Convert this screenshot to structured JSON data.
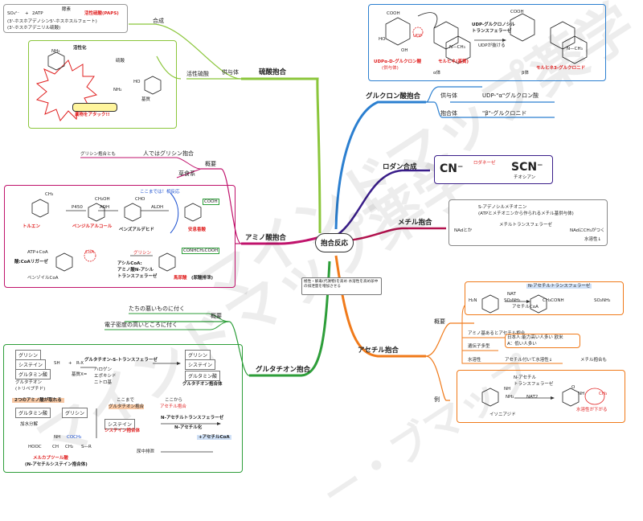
{
  "center": "抱合反応",
  "watermark": "マインドマップ薬学",
  "watermark2": "ー・ブマップ",
  "center_note": "極性・解毒(代謝物)を高め 水溶性を高め尿中の排泄量を増加させる",
  "sulfate": {
    "branch": "硫酸抱合",
    "donor": "供与体",
    "donor_value": "活性硫酸",
    "synth": "合成",
    "reaction": {
      "so4": "SO₄²⁻",
      "plus": "+",
      "atp": "2ATP",
      "enzyme": "酵素",
      "product": "活性硫酸(PAPS)"
    },
    "note1": "(3'-ホスホアデノシン5'-ホスホスルフェート)",
    "note2": "(3'-ホスホアデニリル硫酸)",
    "activated": "活性化",
    "sulfate_label": "硫酸",
    "substrate": "基質",
    "attack": "異物をアタック!!",
    "nh2": "NH₂",
    "ho": "HO"
  },
  "amino": {
    "branch": "アミノ酸抱合",
    "overview": "概要",
    "glycine_in_human": "人ではグリシン抱合",
    "glycine_etc": "グリシン抱合とも",
    "herbivore": "草食系",
    "toluene": "トルエン",
    "benzyl_alcohol": "ベンジルアルコール",
    "benzaldehyde": "ベンズアルデヒド",
    "benzoic_acid": "安息香酸",
    "p450": "P450",
    "adh": "ADH",
    "aldh": "ALDH",
    "ch3": "CH₃",
    "ch2oh": "CH₂OH",
    "cho": "CHO",
    "cooh": "COOH",
    "relation": "ここまでは！相反応",
    "atp_coa": "ATP+CoA",
    "ligase": "酸:CoAリガーゼ",
    "benzoyl_coa": "ベンゾイルCoA",
    "coa": "CoA",
    "glycine": "グリシン",
    "acyl_coa": "アシルCoA:",
    "acyl_coa2": "アミノ酸N-アシル",
    "acyl_coa3": "トランスフェラーゼ",
    "product_group": "CONHCH₂COOH",
    "hippuric": "馬尿酸",
    "hippuric_note": "(尿酸排泄)"
  },
  "glutathione": {
    "branch": "グルタチオン抱合",
    "overview": "概要",
    "o1": "たちの悪いものに付く",
    "o2": "電子密度の高いところに付く",
    "glycine": "グリシン",
    "cysteine": "システイン",
    "glutamate": "グルタミン酸",
    "glutathione_tri": "グルタチオン",
    "tripeptide": "(トリペプチド)",
    "sh": "SH",
    "plus": "+",
    "rx": "R-X",
    "transferase": "グルタチオン-S-トランスフェラーゼ",
    "group_x": "基質X=",
    "halogen": "ハロゲン",
    "epoxide": "エポキシド",
    "nitro": "ニトロ基",
    "conjugate": "グルタチオン抱合体",
    "two_removed": "2つのアミノ酸が取れる",
    "hydrolysis": "加水分解",
    "cysteine_conj": "システイン抱合体",
    "upto": "ここまで",
    "upto2": "グルタチオン抱合",
    "from": "ここから",
    "from2": "アセチル抱合",
    "n_acetyl_tf": "N-アセチルトランスフェラーゼ",
    "n_acetylation": "N-アセチル化",
    "plus_acetylcoa": "+アセチルCoA",
    "hooc": "HOOC",
    "ch": "CH",
    "ch2": "CH₂",
    "s_r": "S—R",
    "nh": "NH",
    "coch3": "COCH₃",
    "mercapturic": "メルカプツール酸",
    "mercapturic2": "(N-アセチルシステイン抱合体)",
    "urine": "尿中排泄"
  },
  "glucuronide": {
    "branch": "グルクロン酸抱合",
    "donor": "供与体",
    "donor_value": "UDP-\"α\"グルクロン酸",
    "conjugate": "抱合体",
    "conjugate_value": "\"β\"-グルクロニド",
    "enzyme": "UDP-グルクロノシル",
    "enzyme2": "トランスフェラーゼ",
    "udp_release": "UDPが抜ける",
    "udpga": "UDPα-D-グルクロン酸",
    "udpga_sub": "(供与体)",
    "morphine": "モルヒネ(基質)",
    "product": "モルヒネ3-グルクロニド",
    "alpha": "α体",
    "beta": "β体",
    "cooh": "COOH",
    "ho": "HO",
    "oh": "OH",
    "udp": "UDP",
    "nch3": "N—CH₃"
  },
  "rhodan": {
    "branch": "ロダン合成",
    "cn": "CN⁻",
    "enzyme": "ロダネーゼ",
    "scn": "SCN⁻",
    "scn_name": "チオシアン"
  },
  "methyl": {
    "branch": "メチル抱合",
    "sam": "S-アデノシルメチオニン",
    "sam2": "(ATPとメチオニンから作られるメチル基供与体)",
    "nad": "NAdとか",
    "mt": "メチルトランスフェラーゼ",
    "result": "NAdにCH₃がつく",
    "water": "水溶性↓"
  },
  "acetyl": {
    "branch": "アセチル抱合",
    "overview": "概要",
    "nat_box": "N-アセチルトランスフェラーゼ",
    "nat": "NAT",
    "acetylcoa": "アセチルCoA",
    "so2nh2": "SO₂NH₂",
    "h2n": "H₂N",
    "ch3con": "CH₃CONH",
    "amine": "アミノ基あるとアセチル抱合",
    "polymorphism": "遺伝子多型",
    "jp": "日本人:能力高い人多い 欧米",
    "a": "A：低い人多い",
    "water": "水溶性",
    "water_value": "アセチル付いて水溶性↓",
    "methyl_too": "メチル抱合も",
    "example": "例",
    "n_acetyl": "N-アセチル",
    "tf": "トランスフェラーゼ",
    "nat2": "NAT2",
    "isoniazid": "イソニアジド",
    "lower": "水溶性が下がる",
    "nh2": "NH₂",
    "nh": "NH",
    "ch3": "CH₃",
    "o": "O"
  },
  "colors": {
    "sulfate": "#8bc63b",
    "amino": "#c0136c",
    "glutathione": "#2e9e3a",
    "glucuronide": "#2b7fd0",
    "rhodan": "#3a1e8a",
    "methyl": "#b3124e",
    "acetyl": "#f07a1a"
  }
}
